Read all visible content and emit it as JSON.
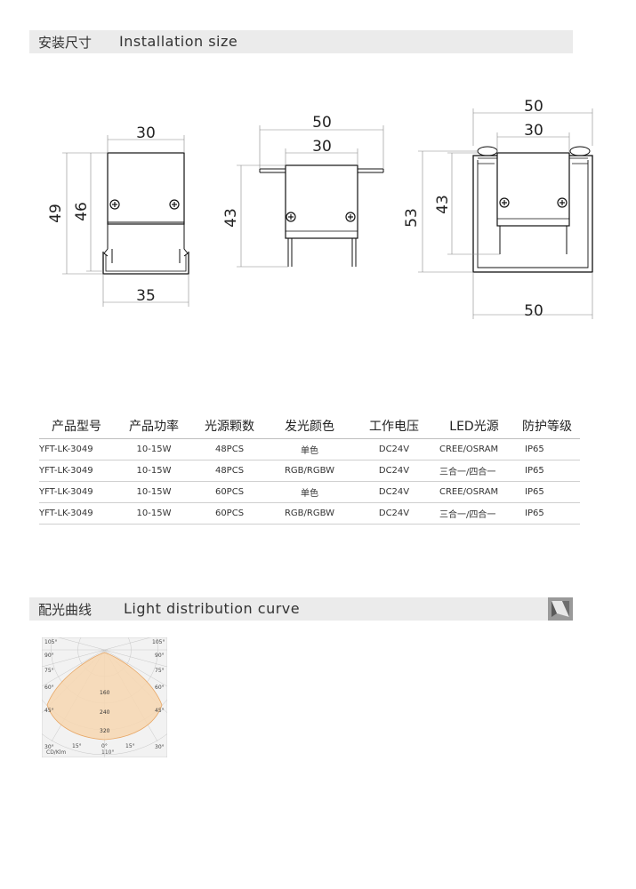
{
  "install": {
    "title_zh": "安装尺寸",
    "title_en": "Installation size"
  },
  "drawings": {
    "left": {
      "width_top": "30",
      "height_outer": "49",
      "height_inner": "46",
      "width_bottom": "35"
    },
    "middle": {
      "width_outer": "50",
      "width_inner": "30",
      "height": "43"
    },
    "right": {
      "width_top_outer": "50",
      "width_top_inner": "30",
      "height_outer": "53",
      "height_inner": "43",
      "width_bottom": "50"
    }
  },
  "table": {
    "headers": [
      "产品型号",
      "产品功率",
      "光源颗数",
      "发光颜色",
      "工作电压",
      "LED光源",
      "防护等级"
    ],
    "rows": [
      [
        "YFT-LK-3049",
        "10-15W",
        "48PCS",
        "单色",
        "DC24V",
        "CREE/OSRAM",
        "IP65"
      ],
      [
        "YFT-LK-3049",
        "10-15W",
        "48PCS",
        "RGB/RGBW",
        "DC24V",
        "三合一/四合一",
        "IP65"
      ],
      [
        "YFT-LK-3049",
        "10-15W",
        "60PCS",
        "单色",
        "DC24V",
        "CREE/OSRAM",
        "IP65"
      ],
      [
        "YFT-LK-3049",
        "10-15W",
        "60PCS",
        "RGB/RGBW",
        "DC24V",
        "三合一/四合一",
        "IP65"
      ]
    ]
  },
  "light": {
    "title_zh": "配光曲线",
    "title_en": "Light distribution curve"
  },
  "polar": {
    "angle_labels": [
      "105°",
      "90°",
      "75°",
      "60°",
      "45°",
      "30°",
      "15°",
      "0°"
    ],
    "value_labels": [
      "160",
      "240",
      "320"
    ],
    "unit": "CD/Klm",
    "beam": "110°",
    "fill_color": "#f7d7b2",
    "stroke_color": "#e7a766"
  }
}
